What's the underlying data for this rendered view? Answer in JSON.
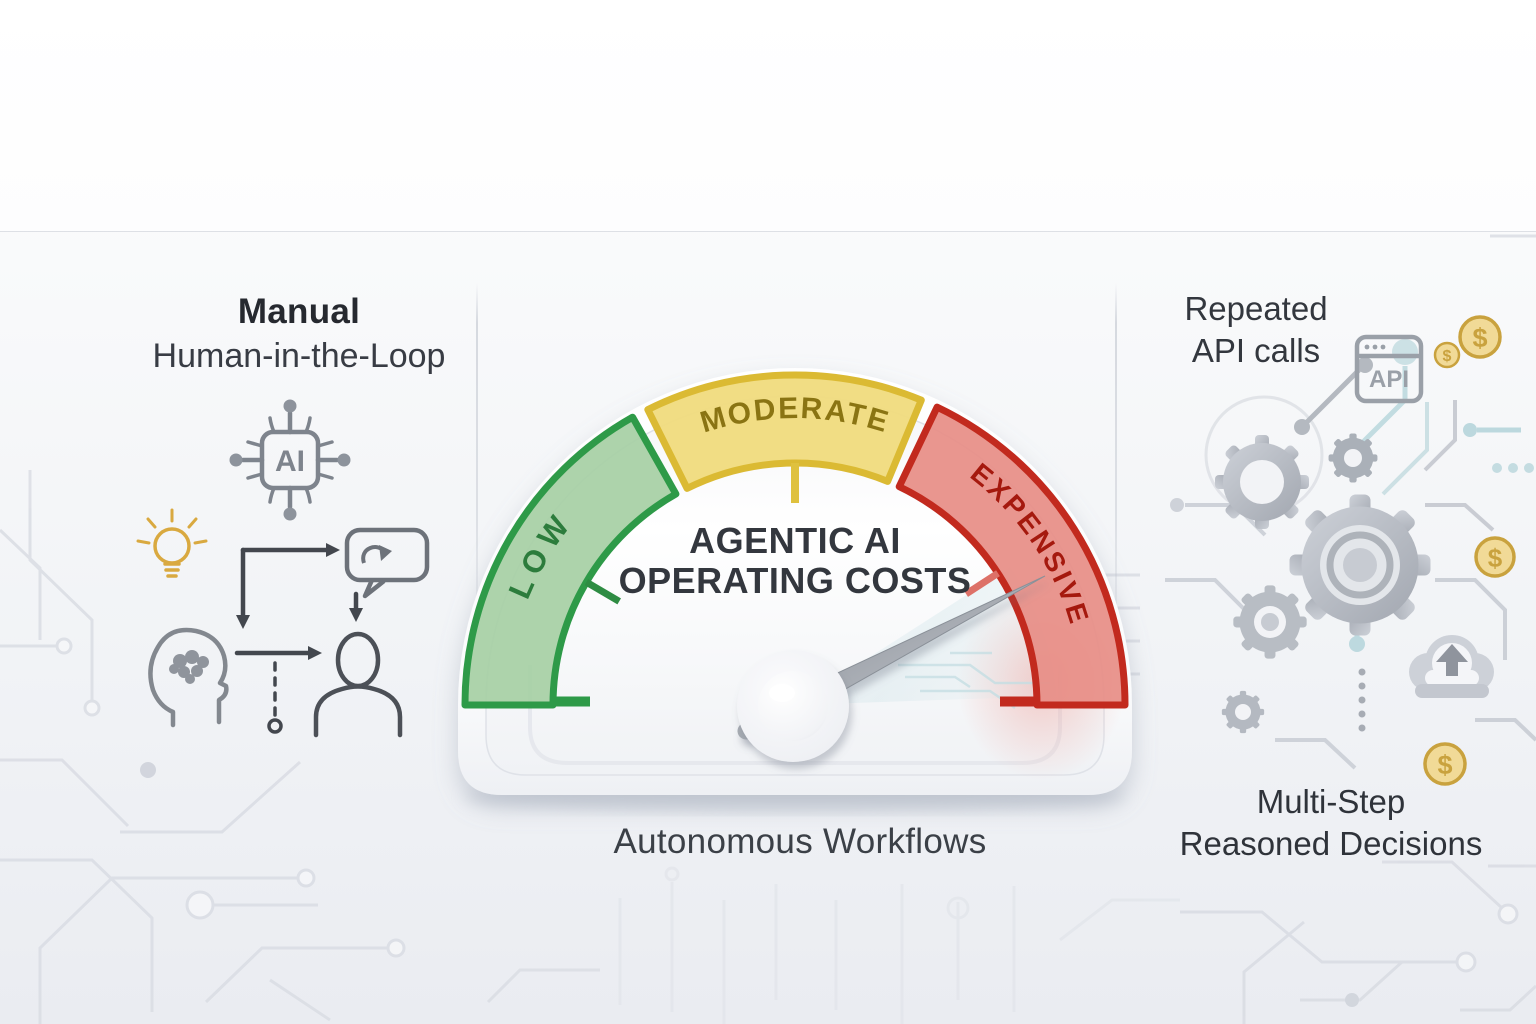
{
  "left_panel": {
    "title": "Manual",
    "subtitle": "Human-in-the-Loop",
    "ai_chip_label": "AI",
    "icons": [
      "ai-chip",
      "lightbulb",
      "flow-arrows",
      "chat-refresh-bubble",
      "head-brain",
      "person",
      "dashed-connector"
    ]
  },
  "gauge": {
    "title_line1": "AGENTIC AI",
    "title_line2": "OPERATING COSTS",
    "segments": [
      {
        "label": "LOW",
        "fill": "#a6cfa4",
        "border": "#2e9a48",
        "text_color": "#2c7c3c"
      },
      {
        "label": "MODERATE",
        "fill": "#f0db7d",
        "border": "#dbba33",
        "text_color": "#8a7413"
      },
      {
        "label": "EXPENSIVE",
        "fill": "#e78e86",
        "border": "#c22a1e",
        "text_color": "#a5190e"
      }
    ],
    "needle_points_to": "EXPENSIVE",
    "caption": "Autonomous Workflows"
  },
  "right_panel": {
    "top_label_line1": "Repeated",
    "top_label_line2": "API calls",
    "api_window_label": "API",
    "coin_symbol": "$",
    "bottom_label_line1": "Multi-Step",
    "bottom_label_line2": "Reasoned Decisions",
    "icons": [
      "api-window",
      "dollar-coins",
      "gears",
      "cloud-upload",
      "circuit-traces"
    ]
  },
  "colors": {
    "background_top": "#fefefe",
    "background_bottom": "#eaecf1",
    "circuit_gray": "#d9dce3",
    "circuit_blue": "#bfdae0",
    "gold": "#cda23f",
    "icon_gray": "#8d939c",
    "title_dark": "#33373e"
  }
}
